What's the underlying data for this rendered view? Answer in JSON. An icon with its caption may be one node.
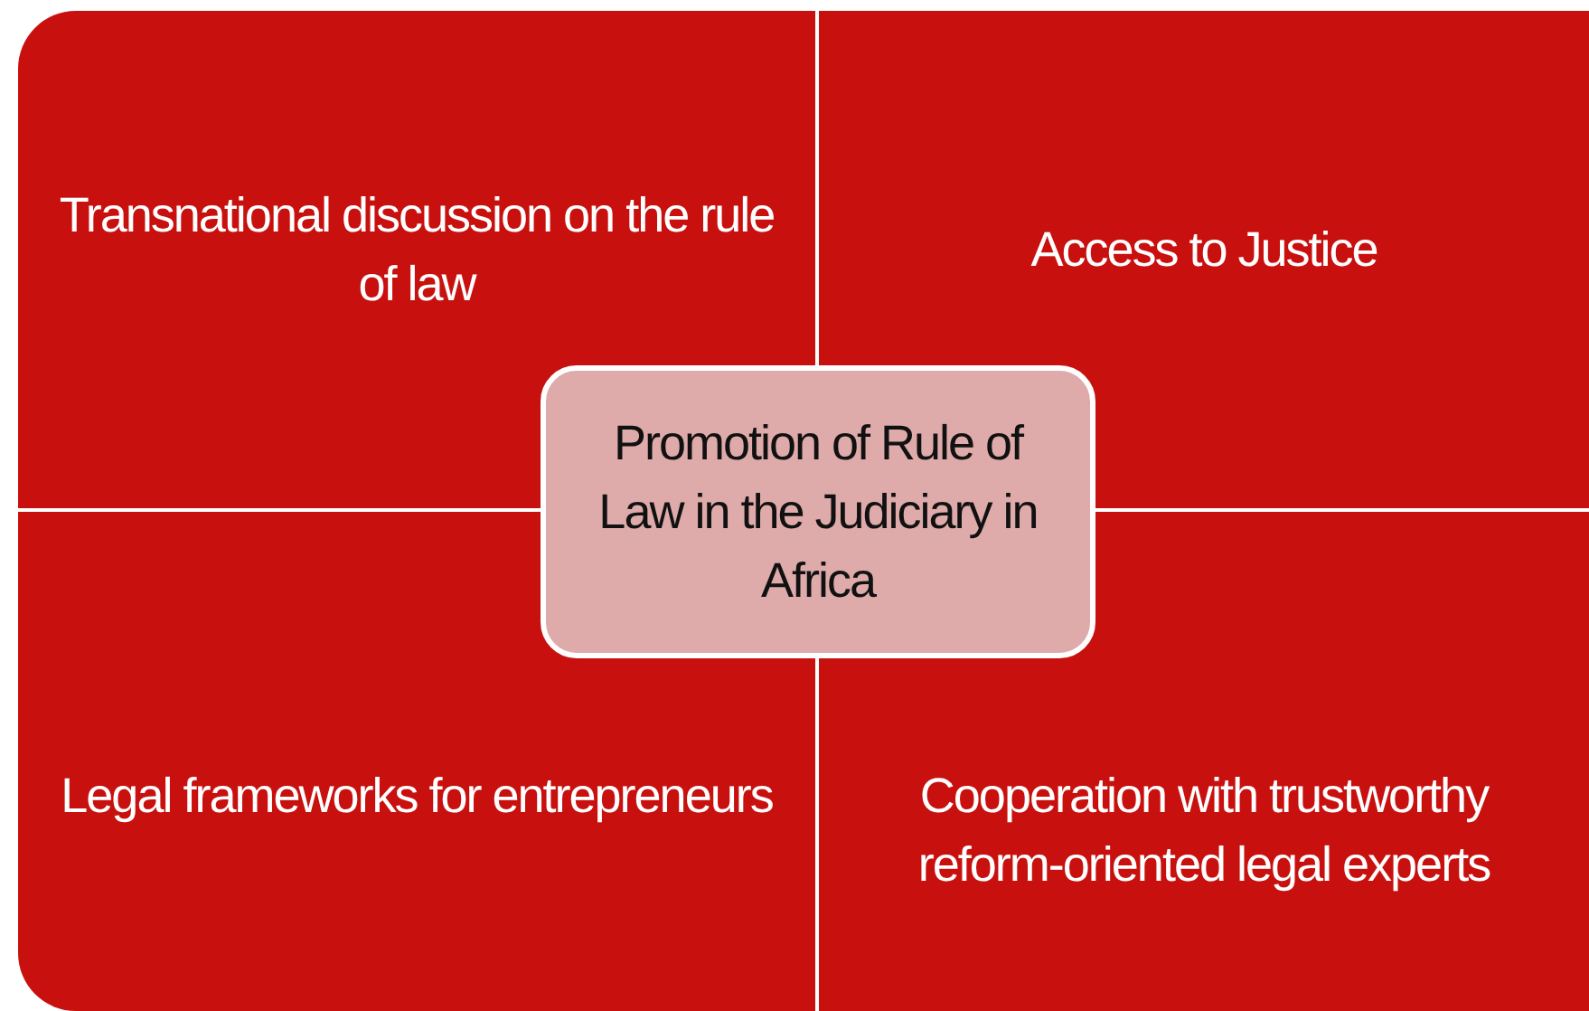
{
  "diagram": {
    "nodes": [
      {
        "text": [
          "Transnational discussion on the rule of law"
        ]
      },
      {
        "text": [
          "Access to Justice"
        ]
      },
      {
        "text": [
          "Legal frameworks for entrepreneurs"
        ]
      },
      {
        "text": [
          "Cooperation with trustworthy reform-oriented legal experts"
        ]
      },
      {
        "text": [
          "Promotion of Rule of Law in the Judiciary in Africa"
        ]
      }
    ]
  }
}
